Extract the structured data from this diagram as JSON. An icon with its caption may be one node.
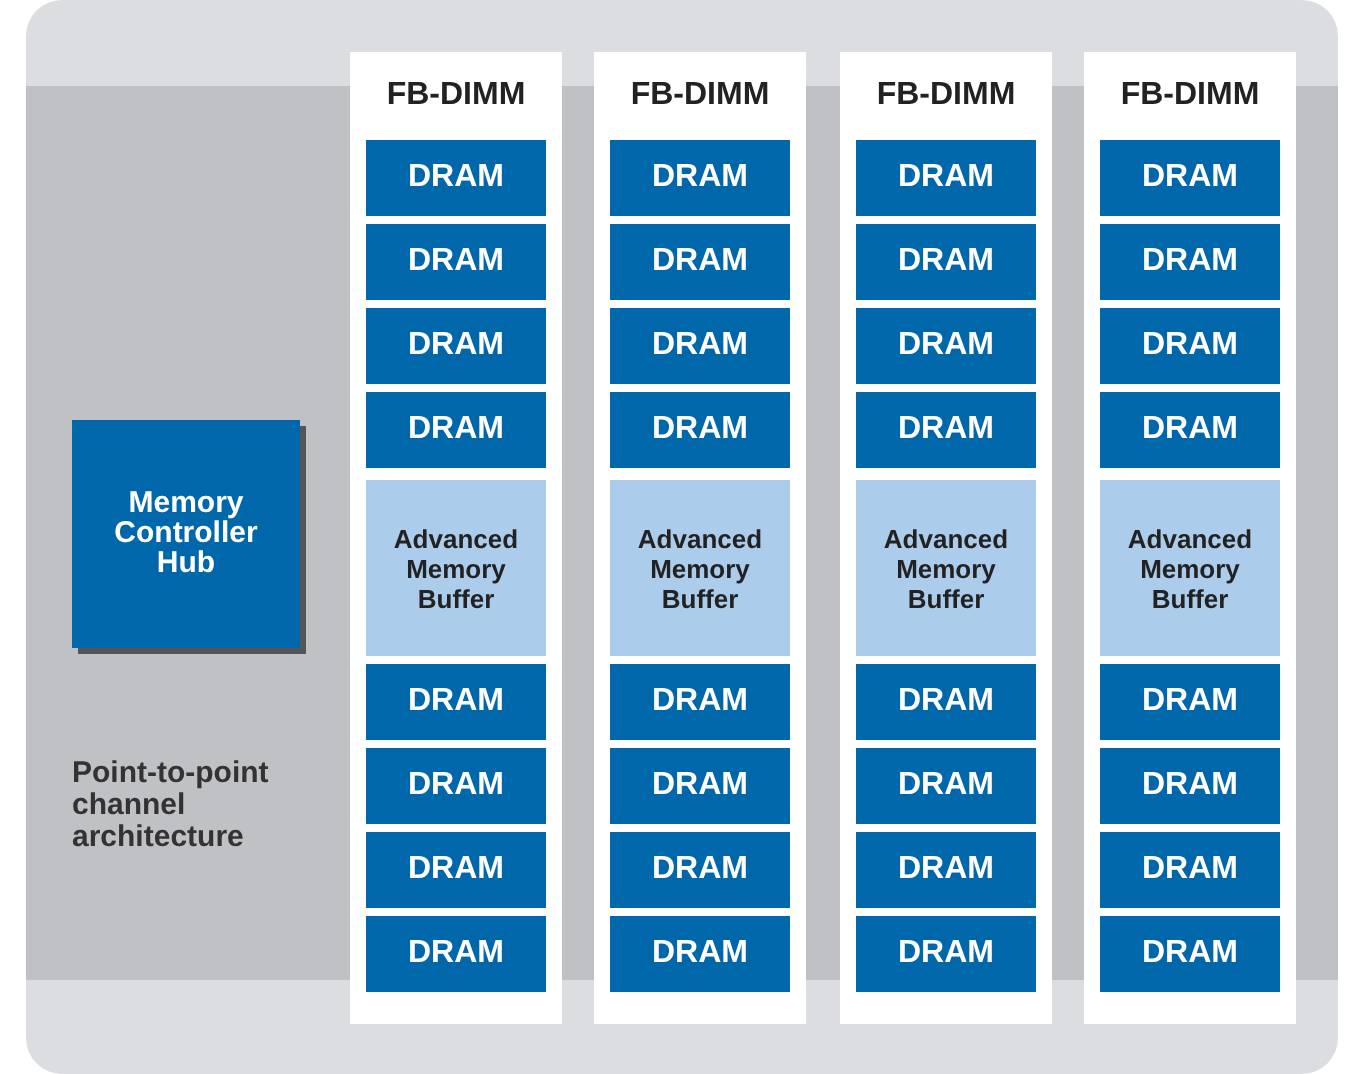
{
  "diagram": {
    "nodes": [
      {
        "text": [
          "Memory Controller Hub"
        ]
      },
      {
        "text": [
          "FB-DIMM"
        ]
      },
      {
        "text": [
          "DRAM"
        ],
        "in": 1
      },
      {
        "text": [
          "DRAM"
        ],
        "in": 1
      },
      {
        "text": [
          "DRAM"
        ],
        "in": 1
      },
      {
        "text": [
          "DRAM"
        ],
        "in": 1
      },
      {
        "text": [
          "Advanced Memory Buffer"
        ],
        "in": 1
      },
      {
        "text": [
          "DRAM"
        ],
        "in": 1
      },
      {
        "text": [
          "DRAM"
        ],
        "in": 1
      },
      {
        "text": [
          "DRAM"
        ],
        "in": 1
      },
      {
        "text": [
          "DRAM"
        ],
        "in": 1
      },
      {
        "text": [
          "FB-DIMM"
        ]
      },
      {
        "text": [
          "DRAM"
        ],
        "in": 11
      },
      {
        "text": [
          "DRAM"
        ],
        "in": 11
      },
      {
        "text": [
          "DRAM"
        ],
        "in": 11
      },
      {
        "text": [
          "DRAM"
        ],
        "in": 11
      },
      {
        "text": [
          "Advanced Memory Buffer"
        ],
        "in": 11
      },
      {
        "text": [
          "DRAM"
        ],
        "in": 11
      },
      {
        "text": [
          "DRAM"
        ],
        "in": 11
      },
      {
        "text": [
          "DRAM"
        ],
        "in": 11
      },
      {
        "text": [
          "DRAM"
        ],
        "in": 11
      },
      {
        "text": [
          "FB-DIMM"
        ]
      },
      {
        "text": [
          "DRAM"
        ],
        "in": 21
      },
      {
        "text": [
          "DRAM"
        ],
        "in": 21
      },
      {
        "text": [
          "DRAM"
        ],
        "in": 21
      },
      {
        "text": [
          "DRAM"
        ],
        "in": 21
      },
      {
        "text": [
          "Advanced Memory Buffer"
        ],
        "in": 21
      },
      {
        "text": [
          "DRAM"
        ],
        "in": 21
      },
      {
        "text": [
          "DRAM"
        ],
        "in": 21
      },
      {
        "text": [
          "DRAM"
        ],
        "in": 21
      },
      {
        "text": [
          "DRAM"
        ],
        "in": 21
      },
      {
        "text": [
          "FB-DIMM"
        ]
      },
      {
        "text": [
          "DRAM"
        ],
        "in": 31
      },
      {
        "text": [
          "DRAM"
        ],
        "in": 31
      },
      {
        "text": [
          "DRAM"
        ],
        "in": 31
      },
      {
        "text": [
          "DRAM"
        ],
        "in": 31
      },
      {
        "text": [
          "Advanced Memory Buffer"
        ],
        "in": 31
      },
      {
        "text": [
          "DRAM"
        ],
        "in": 31
      },
      {
        "text": [
          "DRAM"
        ],
        "in": 31
      },
      {
        "text": [
          "DRAM"
        ],
        "in": 31
      },
      {
        "text": [
          "DRAM"
        ],
        "in": 31
      }
    ],
    "labels": [
      "Point-to-point channel architecture"
    ]
  }
}
